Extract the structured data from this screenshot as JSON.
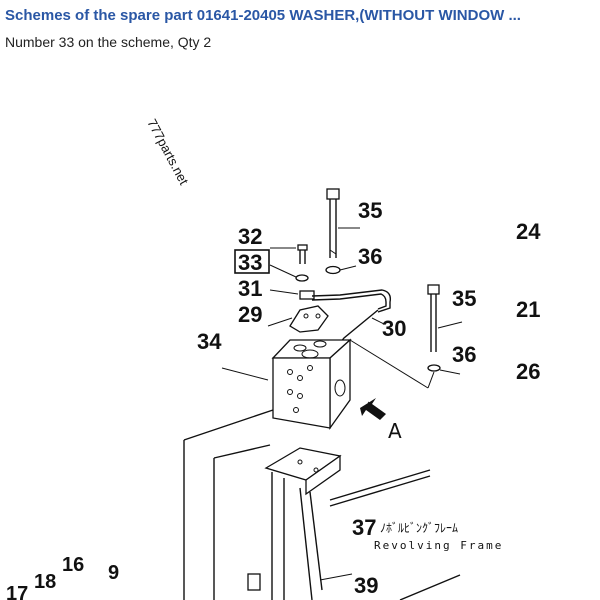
{
  "header": {
    "title": "Schemes of the spare part 01641-20405 WASHER,(WITHOUT WINDOW ...",
    "subtitle": "Number 33 on the scheme, Qty 2"
  },
  "scheme": {
    "watermark": "777parts.net",
    "callouts": {
      "c35a": "35",
      "c24": "24",
      "c32": "32",
      "c33": "33",
      "c36a": "36",
      "c31": "31",
      "c29": "29",
      "c30": "30",
      "c35b": "35",
      "c21": "21",
      "c34": "34",
      "c36b": "36",
      "c26": "26",
      "c37": "37",
      "c16": "16",
      "c18": "18",
      "c9": "9",
      "c17": "17",
      "c39": "39"
    },
    "arrow_label": "A",
    "frame_label_jp": "ﾉﾎﾞﾙﾋﾞﾝｸﾞﾌﾚｰﾑ",
    "frame_label_en": "Revolving Frame",
    "highlighted_part": "33"
  }
}
